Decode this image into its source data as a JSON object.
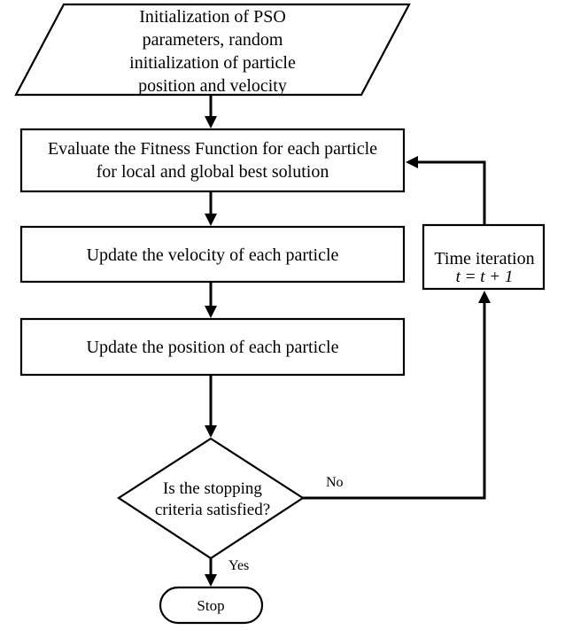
{
  "nodes": {
    "init": {
      "lines": [
        "Initialization of PSO",
        "parameters, random",
        "initialization of particle",
        "position and velocity"
      ]
    },
    "evaluate": {
      "lines": [
        "Evaluate the Fitness Function for each particle",
        "for local and global best solution"
      ]
    },
    "update_velocity": {
      "lines": [
        "Update the velocity of each particle"
      ]
    },
    "update_position": {
      "lines": [
        "Update the position of each particle"
      ]
    },
    "decision": {
      "lines": [
        "Is the stopping",
        "criteria satisfied?"
      ]
    },
    "time_iteration": {
      "lines": [
        "Time iteration",
        "t = t + 1"
      ]
    },
    "stop": {
      "lines": [
        "Stop"
      ]
    }
  },
  "edges": {
    "no_label": "No",
    "yes_label": "Yes"
  }
}
